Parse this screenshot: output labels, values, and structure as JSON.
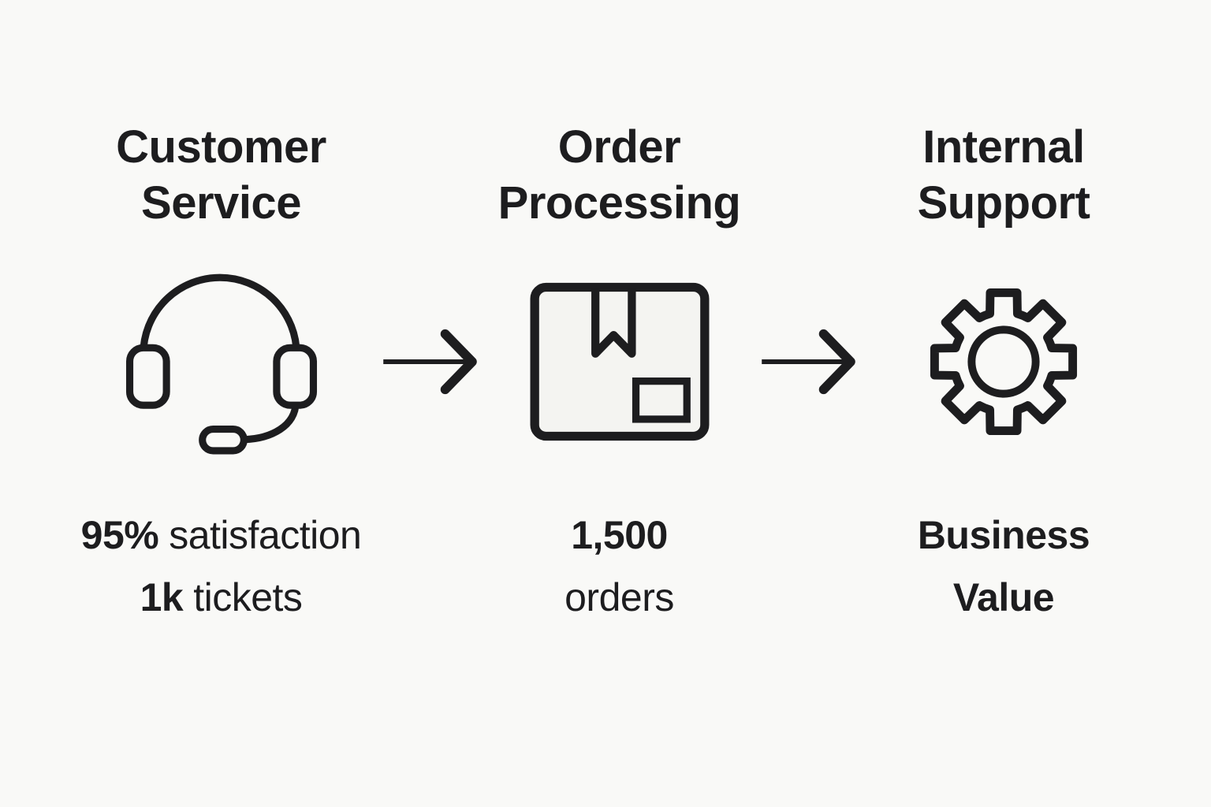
{
  "page": {
    "background": "#f9f9f7",
    "text_color": "#1d1d1f"
  },
  "colors": {
    "stroke": "#1d1d1f",
    "box_fill": "#f4f4f1"
  },
  "stages": [
    {
      "name": "Customer Service",
      "title_line1": "Customer",
      "title_line2": "Service",
      "icon": "headset-icon",
      "stat1_value": "95%",
      "stat1_label": "satisfaction",
      "stat2_value": "1k",
      "stat2_label": "tickets"
    },
    {
      "name": "Order Processing",
      "title_line1": "Order",
      "title_line2": "Processing",
      "icon": "package-box-icon",
      "stat_value": "1,500",
      "stat_label": "orders"
    },
    {
      "name": "Internal Support",
      "title_line1": "Internal",
      "title_line2": "Support",
      "icon": "gear-icon",
      "result_line1": "Business",
      "result_line2": "Value"
    }
  ],
  "arrows": {
    "direction": "right",
    "count": 2
  }
}
